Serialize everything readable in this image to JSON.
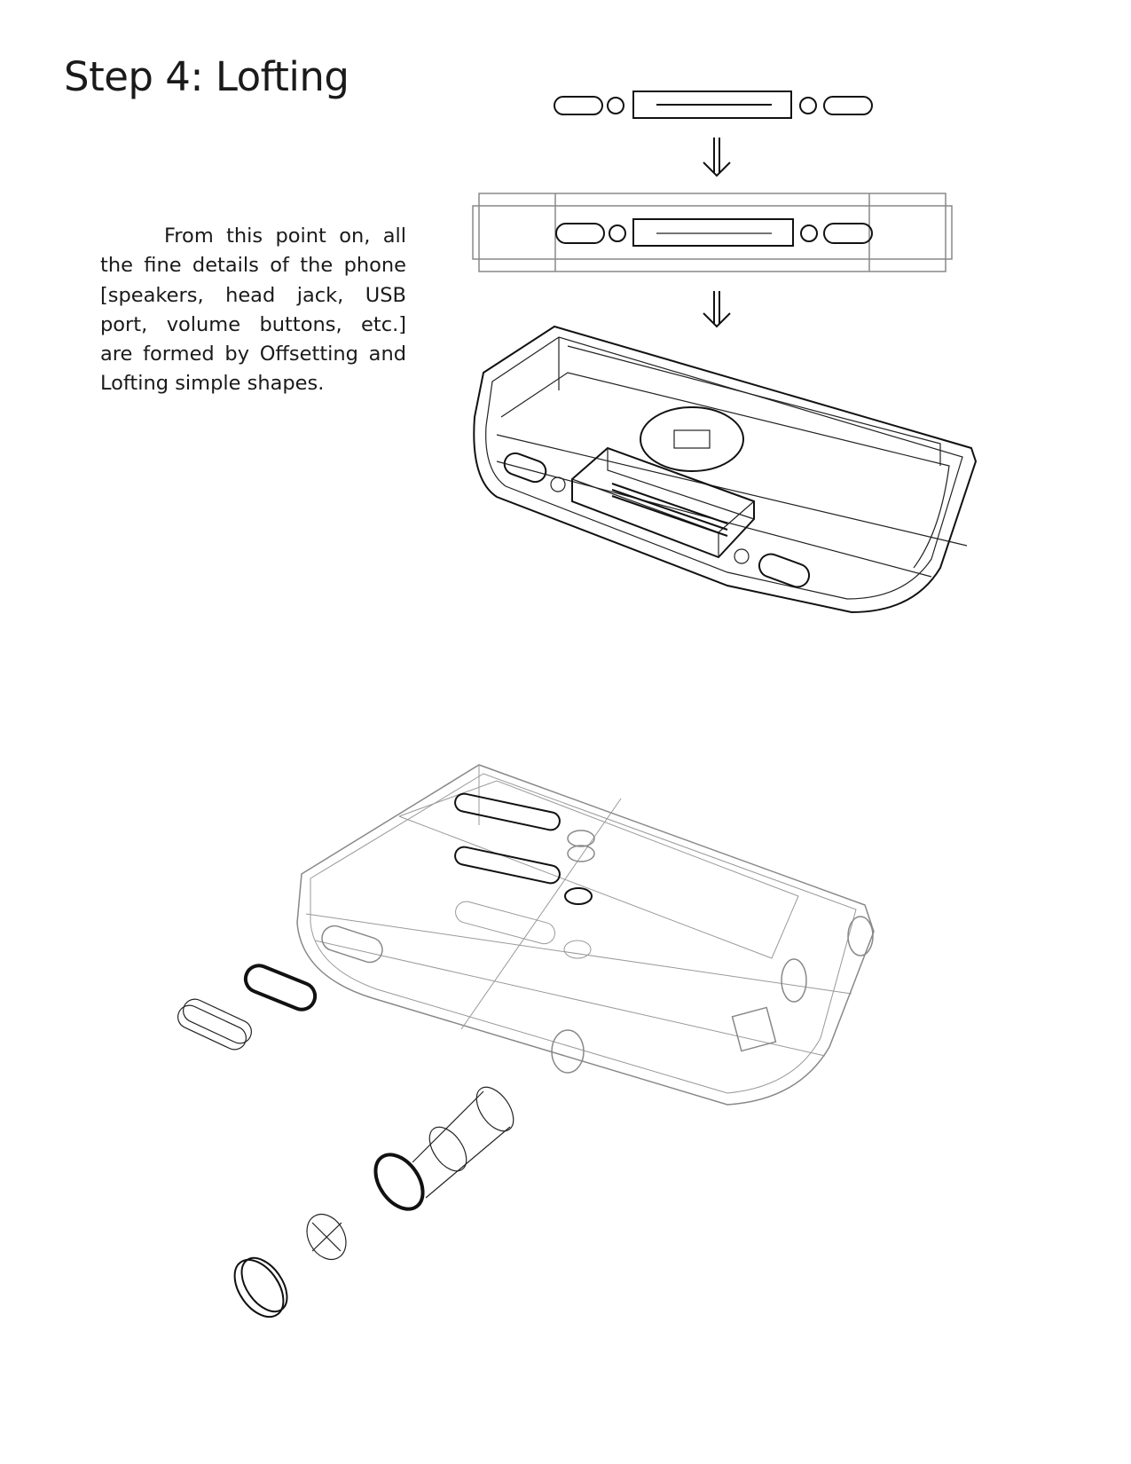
{
  "document": {
    "title": "Step 4: Lofting",
    "paragraph": "From this point on, all the fine details of the phone [speakers, head jack, USB port, volume buttons, etc.] are formed by Offsetting and Lofting simple shapes."
  },
  "figures": {
    "top": "lofting-sequence-profile-to-body",
    "bottom": "exploded-phone-components"
  }
}
